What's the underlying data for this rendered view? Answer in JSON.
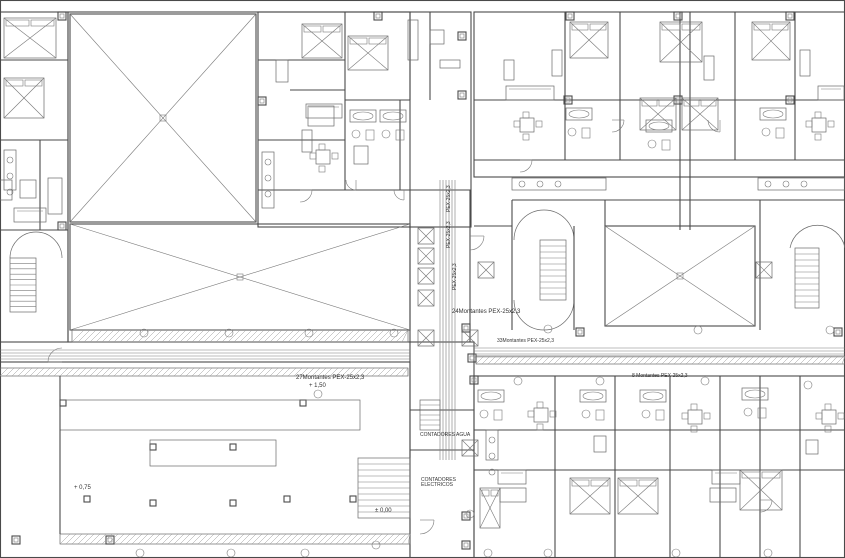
{
  "annotations": {
    "riser_27": "27Montantes PEX-25x2,3",
    "riser_24": "24Montantes PEX-25x2,3",
    "riser_33": "33Montantes PEX-25x2,3",
    "riser_8": "8 Montantes PEX-25x2,3",
    "level_150": "+ 1,50",
    "level_075": "+ 0,75",
    "level_000": "± 0,00",
    "contadores_agua": "CONTADORES AGUA",
    "contadores_electricos": "CONTADORES\nELECTRICOS",
    "vert_pex_a": "PEX-25x2,3",
    "vert_pex_b": "PEX-25x2,3",
    "vert_pex_c": "PEX-25x2,3"
  },
  "colors": {
    "line": "#4a4a4a",
    "thin": "#7a7a7a",
    "background": "#ffffff"
  }
}
